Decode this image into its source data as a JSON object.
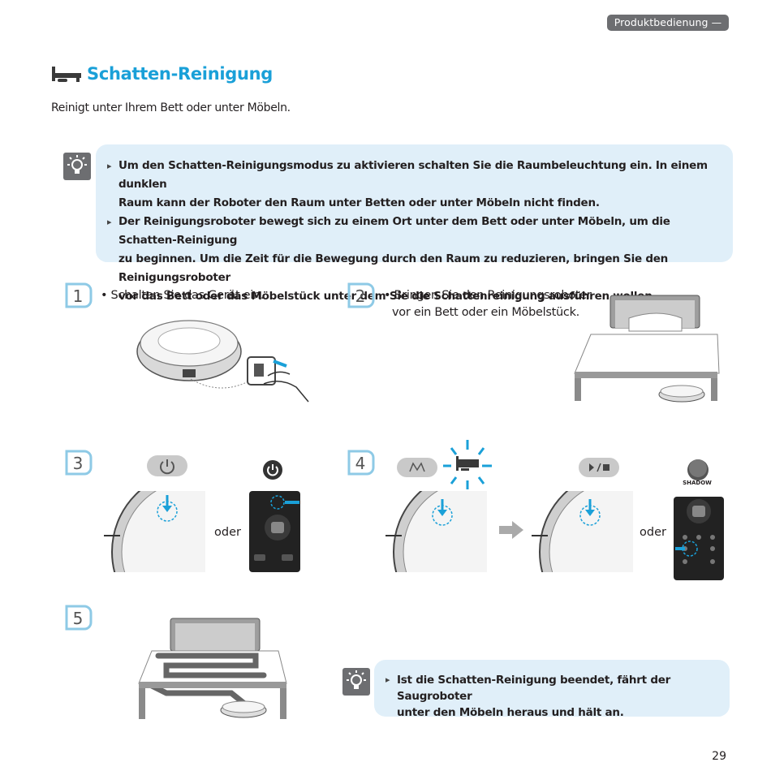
{
  "header": {
    "section": "Produktbedienung"
  },
  "title": "Schatten-Reinigung",
  "subtitle": "Reinigt unter Ihrem Bett oder unter Möbeln.",
  "tip_top": [
    "Um den Schatten-Reinigungsmodus zu aktivieren schalten Sie die Raumbeleuchtung ein. In einem dunklen",
    "Raum kann der Roboter den Raum unter Betten oder unter Möbeln nicht finden.",
    "Der Reinigungsroboter bewegt sich zu einem Ort unter dem Bett oder unter Möbeln, um die Schatten-Reinigung",
    "zu beginnen. Um die Zeit für die Bewegung durch den Raum zu reduzieren, bringen Sie den Reinigungsroboter",
    "vor das Bett oder das Möbelstück unter dem Sie die Schattenreinigung ausführen wollen."
  ],
  "steps": [
    {
      "number": "1",
      "lines": [
        "• Schalten Sie das Gerät ein."
      ]
    },
    {
      "number": "2",
      "lines": [
        "• Bringen Sie den Reinigungsroboter",
        "vor ein Bett oder ein Möbelstück."
      ]
    },
    {
      "number": "3"
    },
    {
      "number": "4"
    },
    {
      "number": "5"
    }
  ],
  "connector": "oder",
  "remote_label_shadow": "SHADOW",
  "tip_bottom": [
    "Ist die Schatten-Reinigung beendet, fährt der Saugroboter",
    "unter den Möbeln heraus und hält an."
  ],
  "page_number": "29",
  "colors": {
    "accent": "#1aa0d8",
    "tip_bg": "#e0eff9",
    "gray": "#6d6e71"
  }
}
